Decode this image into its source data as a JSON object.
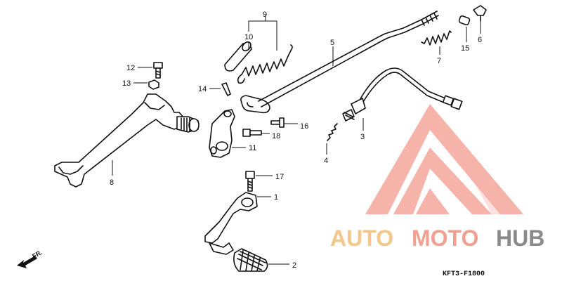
{
  "diagram": {
    "part_numbers": {
      "p1": "1",
      "p2": "2",
      "p3": "3",
      "p4": "4",
      "p5": "5",
      "p6": "6",
      "p7": "7",
      "p8": "8",
      "p9": "9",
      "p10": "10",
      "p11": "11",
      "p12": "12",
      "p13": "13",
      "p14": "14",
      "p15": "15",
      "p16": "16",
      "p17": "17",
      "p18": "18"
    },
    "direction_label": "FR.",
    "diagram_code": "KFT3-F1800"
  },
  "watermark": {
    "part1": "AUTO",
    "part2": "MOTO",
    "part3": "HUB",
    "colors": {
      "orange": "#f5c68a",
      "red": "#f0a090",
      "gray": "#8a8a8a"
    }
  }
}
